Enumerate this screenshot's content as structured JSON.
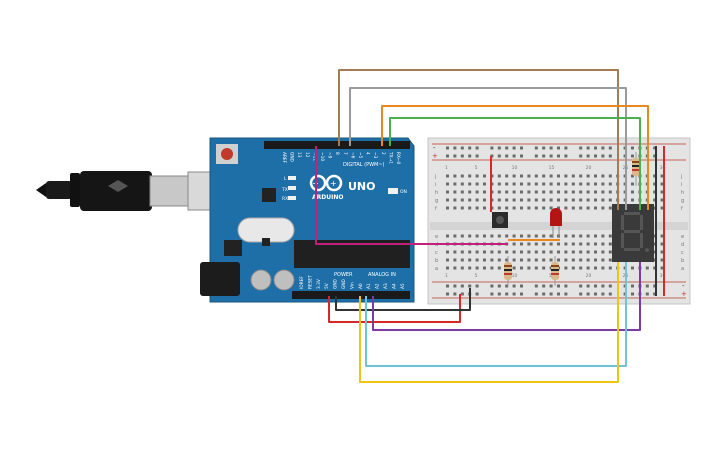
{
  "arduino": {
    "brand": "ARDUINO",
    "model": "UNO",
    "digital_label": "DIGITAL (PWM~)",
    "analog_label": "ANALOG IN",
    "power_label": "POWER",
    "on_label": "ON",
    "tx_label": "TX",
    "rx_label": "RX",
    "l_label": "L",
    "top_pin_labels": [
      "AREF",
      "GND",
      "13",
      "12",
      "~11",
      "~10",
      "~9",
      "8",
      "7",
      "~6",
      "~5",
      "4",
      "~3",
      "2",
      "TX→1",
      "RX←0"
    ],
    "power_pin_labels": [
      "IOREF",
      "RESET",
      "3.3V",
      "5V",
      "GND",
      "GND",
      "Vin"
    ],
    "analog_pin_labels": [
      "A0",
      "A1",
      "A2",
      "A3",
      "A4",
      "A5"
    ]
  },
  "breadboard": {
    "row_letters_top": [
      "j",
      "i",
      "h",
      "g",
      "f"
    ],
    "row_letters_bottom": [
      "e",
      "d",
      "c",
      "b",
      "a"
    ],
    "column_numbers": [
      "1",
      "5",
      "10",
      "15",
      "20",
      "25",
      "30"
    ],
    "rail_plus": "+",
    "rail_minus": "-"
  },
  "seven_segment": {
    "segments_lit": "none",
    "digit_shown": "8"
  },
  "colors": {
    "board": "#1e6fa8",
    "breadboard": "#e4e4e4",
    "wire_brown": "#a57c52",
    "wire_gray": "#9a9a9a",
    "wire_orange": "#e8891f",
    "wire_green": "#4caf50",
    "wire_magenta": "#c2207a",
    "wire_red": "#d62828",
    "wire_black": "#333333",
    "wire_purple": "#7b3aa8",
    "wire_cyan": "#6cc5d6",
    "wire_yellow": "#f1c40f",
    "led": "#b31414"
  }
}
